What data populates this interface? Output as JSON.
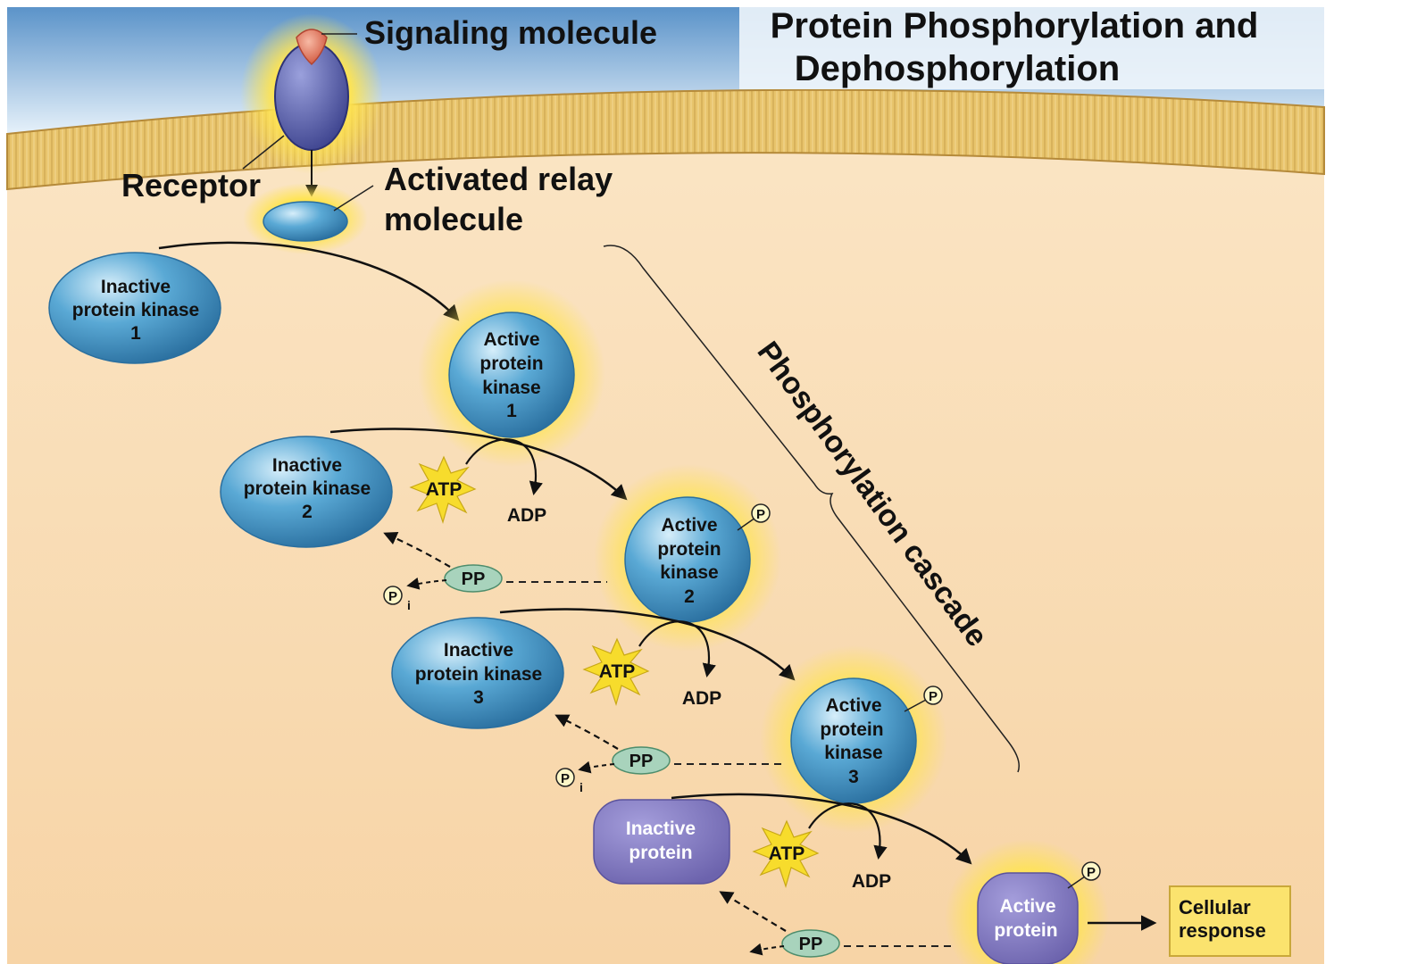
{
  "title": {
    "line1": "Protein Phosphorylation and",
    "line2": "Dephosphorylation"
  },
  "labels": {
    "signaling_molecule": "Signaling molecule",
    "receptor": "Receptor",
    "relay_line1": "Activated relay",
    "relay_line2": "molecule",
    "cascade": "Phosphorylation cascade",
    "cellular_response_line1": "Cellular",
    "cellular_response_line2": "response"
  },
  "kinases": {
    "inactive1": [
      "Inactive",
      "protein kinase",
      "1"
    ],
    "active1": [
      "Active",
      "protein",
      "kinase",
      "1"
    ],
    "inactive2": [
      "Inactive",
      "protein kinase",
      "2"
    ],
    "active2": [
      "Active",
      "protein",
      "kinase",
      "2"
    ],
    "inactive3": [
      "Inactive",
      "protein kinase",
      "3"
    ],
    "active3": [
      "Active",
      "protein",
      "kinase",
      "3"
    ],
    "inactive_protein": [
      "Inactive",
      "protein"
    ],
    "active_protein": [
      "Active",
      "protein"
    ]
  },
  "molecules": {
    "atp": "ATP",
    "adp": "ADP",
    "pp": "PP",
    "p": "P",
    "pi_sub": "i"
  },
  "colors": {
    "membrane": "#e5bf67",
    "cytoplasm": "#f8dab0",
    "kinase_blue": "#4f9fcd",
    "protein_purple": "#8e85c8",
    "glow": "#ffe04d",
    "phosphatase_green": "#a8d3bc",
    "response_box": "#fbe36e"
  }
}
